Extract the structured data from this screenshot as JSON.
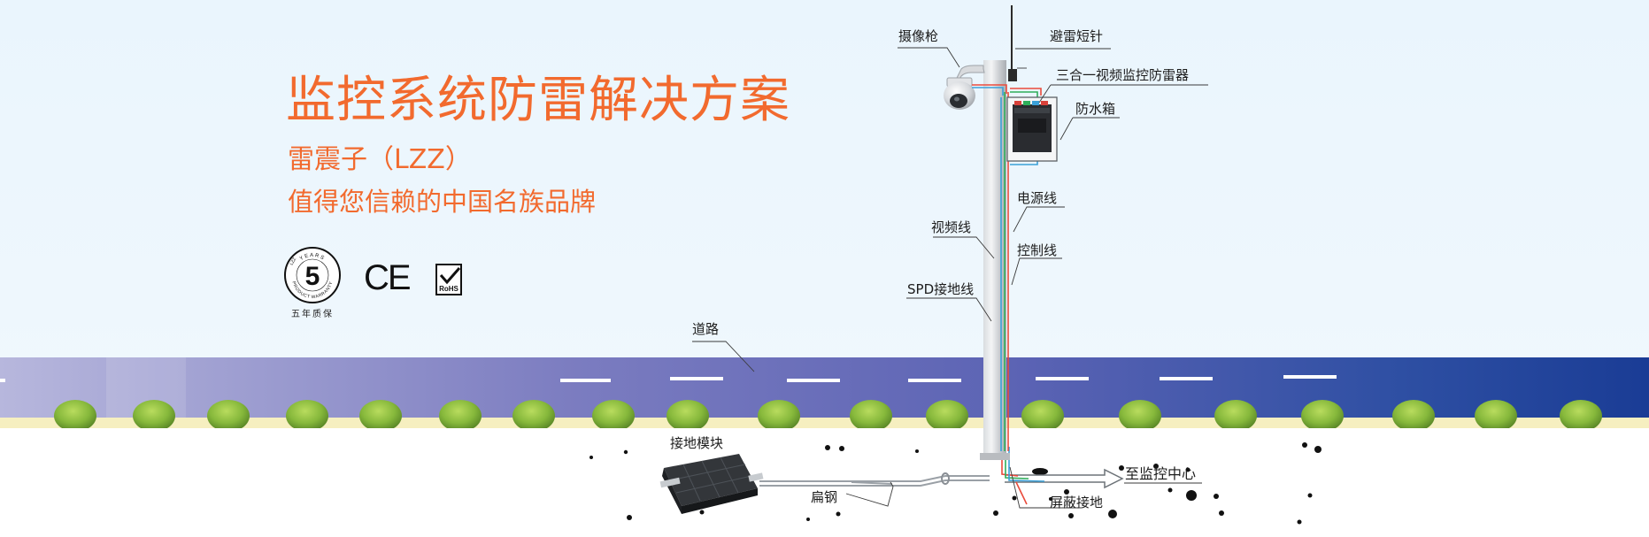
{
  "hero": {
    "title": "监控系统防雷解决方案",
    "brand": "雷震子（LZZ）",
    "slogan": "值得您信赖的中国名族品牌"
  },
  "badges": {
    "warranty_number": "5",
    "warranty_ring_top": "YEARS",
    "warranty_ring_bottom": "PRODUCT WARRANTY",
    "warranty_ring_left": "LZZ",
    "warranty_caption": "五年质保",
    "ce_mark": "CE",
    "rohs_mark": "RoHS"
  },
  "labels": {
    "camera": "摄像枪",
    "lightning_rod": "避雷短针",
    "protector": "三合一视频监控防雷器",
    "waterproof_box": "防水箱",
    "power_line": "电源线",
    "video_line": "视频线",
    "control_line": "控制线",
    "spd_ground": "SPD接地线",
    "road": "道路",
    "ground_module": "接地模块",
    "flat_steel": "扁钢",
    "to_center": "至监控中心",
    "shield_ground": "屏蔽接地"
  },
  "colors": {
    "title_orange": "#f26a2e",
    "road_start": "#b4b4dc",
    "road_end": "#1d3f97",
    "sand": "#f6efc0",
    "shrub": "#7fb23a",
    "wire_red": "#e94b3c",
    "wire_green": "#2fae5a",
    "wire_blue": "#3aa0d8"
  }
}
